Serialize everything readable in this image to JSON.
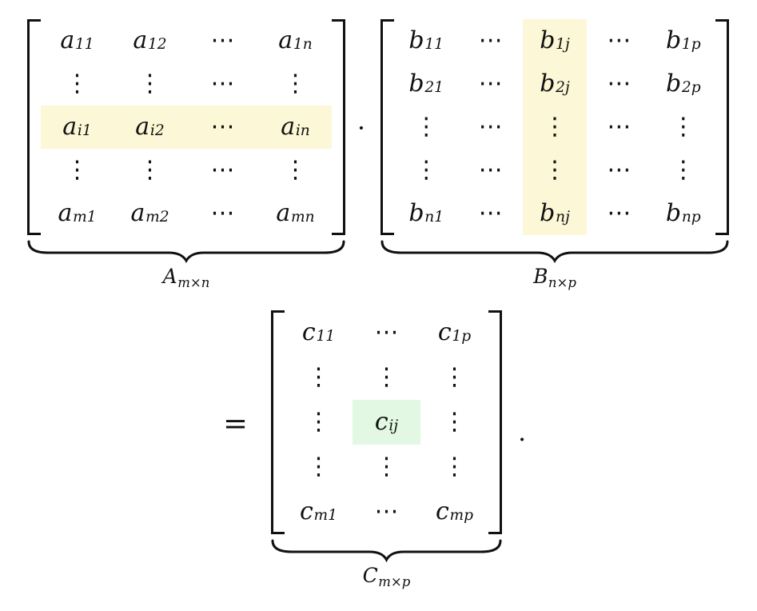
{
  "colors": {
    "highlight_yellow": "#FCF7D6",
    "highlight_green": "#E2F8E2",
    "ink": "#111111"
  },
  "operators": {
    "multiplication_dot": "·",
    "equals": "=",
    "final_period": "."
  },
  "matrix_a": {
    "label": {
      "base": "A",
      "sub": "m×n"
    },
    "highlight": {
      "row": 2,
      "color": "highlight_yellow"
    },
    "cells": [
      [
        [
          "a",
          "11"
        ],
        [
          "a",
          "12"
        ],
        [
          "⋯",
          ""
        ],
        [
          "a",
          "1n"
        ]
      ],
      [
        [
          "⋮",
          ""
        ],
        [
          "⋮",
          ""
        ],
        [
          "⋯",
          ""
        ],
        [
          "⋮",
          ""
        ]
      ],
      [
        [
          "a",
          "i1"
        ],
        [
          "a",
          "i2"
        ],
        [
          "⋯",
          ""
        ],
        [
          "a",
          "in"
        ]
      ],
      [
        [
          "⋮",
          ""
        ],
        [
          "⋮",
          ""
        ],
        [
          "⋯",
          ""
        ],
        [
          "⋮",
          ""
        ]
      ],
      [
        [
          "a",
          "m1"
        ],
        [
          "a",
          "m2"
        ],
        [
          "⋯",
          ""
        ],
        [
          "a",
          "mn"
        ]
      ]
    ]
  },
  "matrix_b": {
    "label": {
      "base": "B",
      "sub": "n×p"
    },
    "highlight": {
      "col": 2,
      "color": "highlight_yellow"
    },
    "cells": [
      [
        [
          "b",
          "11"
        ],
        [
          "⋯",
          ""
        ],
        [
          "b",
          "1j"
        ],
        [
          "⋯",
          ""
        ],
        [
          "b",
          "1p"
        ]
      ],
      [
        [
          "b",
          "21"
        ],
        [
          "⋯",
          ""
        ],
        [
          "b",
          "2j"
        ],
        [
          "⋯",
          ""
        ],
        [
          "b",
          "2p"
        ]
      ],
      [
        [
          "⋮",
          ""
        ],
        [
          "⋯",
          ""
        ],
        [
          "⋮",
          ""
        ],
        [
          "⋯",
          ""
        ],
        [
          "⋮",
          ""
        ]
      ],
      [
        [
          "⋮",
          ""
        ],
        [
          "⋯",
          ""
        ],
        [
          "⋮",
          ""
        ],
        [
          "⋯",
          ""
        ],
        [
          "⋮",
          ""
        ]
      ],
      [
        [
          "b",
          "n1"
        ],
        [
          "⋯",
          ""
        ],
        [
          "b",
          "nj"
        ],
        [
          "⋯",
          ""
        ],
        [
          "b",
          "np"
        ]
      ]
    ]
  },
  "matrix_c": {
    "label": {
      "base": "C",
      "sub": "m×p"
    },
    "highlight": {
      "row": 2,
      "col": 1,
      "color": "highlight_green"
    },
    "cells": [
      [
        [
          "c",
          "11"
        ],
        [
          "⋯",
          ""
        ],
        [
          "c",
          "1p"
        ]
      ],
      [
        [
          "⋮",
          ""
        ],
        [
          "⋮",
          ""
        ],
        [
          "⋮",
          ""
        ]
      ],
      [
        [
          "⋮",
          ""
        ],
        [
          "c",
          "ij"
        ],
        [
          "⋮",
          ""
        ]
      ],
      [
        [
          "⋮",
          ""
        ],
        [
          "⋮",
          ""
        ],
        [
          "⋮",
          ""
        ]
      ],
      [
        [
          "c",
          "m1"
        ],
        [
          "⋯",
          ""
        ],
        [
          "c",
          "mp"
        ]
      ]
    ]
  }
}
